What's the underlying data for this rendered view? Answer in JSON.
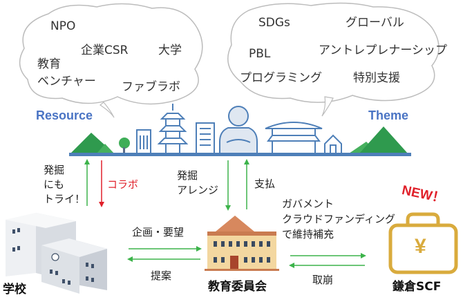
{
  "resource": {
    "heading": "Resource",
    "items": [
      "NPO",
      "企業CSR",
      "大学",
      "教育",
      "ベンチャー",
      "ファブラボ"
    ]
  },
  "theme": {
    "heading": "Theme",
    "items": [
      "SDGs",
      "グローバル",
      "PBL",
      "アントレプレナーシップ",
      "プログラミング",
      "特別支援"
    ]
  },
  "arrows": {
    "school_up": [
      "発掘",
      "にも",
      "トライ！"
    ],
    "school_collab": "コラボ",
    "board_up": [
      "発掘",
      "アレンジ"
    ],
    "board_pay": "支払",
    "request": "企画・要望",
    "proposal": "提案",
    "scf_label": [
      "ガバメント",
      "クラウドファンディング",
      "で維持補充"
    ],
    "withdraw": "取崩"
  },
  "nodes": {
    "school": "学校",
    "board": "教育委員会",
    "scf": "鎌倉SCF",
    "new_badge": "NEW！",
    "yen_symbol": "¥"
  },
  "colors": {
    "accent_blue": "#4a74c4",
    "arrow_green": "#3cb34a",
    "arrow_red": "#e0202a",
    "scf_gold": "#d9ab3d"
  }
}
